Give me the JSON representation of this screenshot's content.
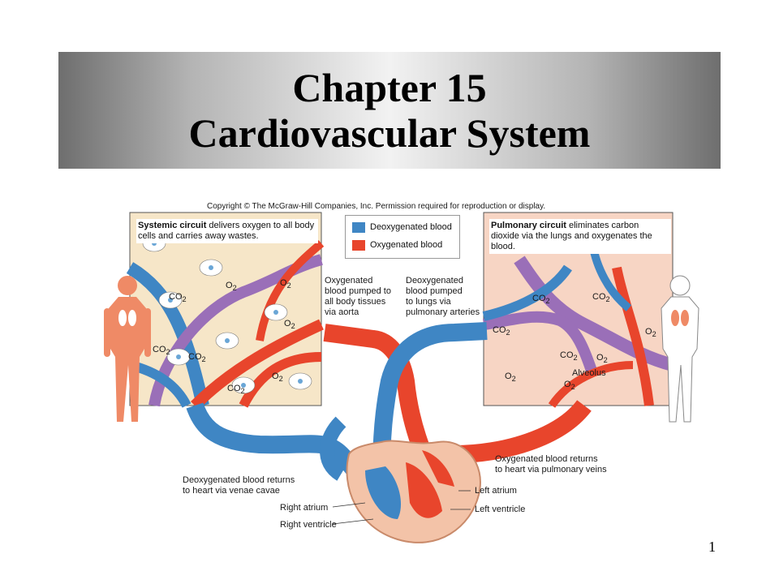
{
  "title": {
    "line1": "Chapter 15",
    "line2": "Cardiovascular System"
  },
  "copyright": "Copyright © The McGraw-Hill Companies, Inc. Permission required for reproduction or display.",
  "systemic_box": {
    "heading": "Systemic circuit",
    "text": " delivers oxygen to all body cells and carries away wastes."
  },
  "pulmonary_box": {
    "heading": "Pulmonary circuit",
    "text": " eliminates carbon dioxide via the lungs and oxygenates the blood."
  },
  "legend": [
    {
      "label": "Deoxygenated blood",
      "color": "#3f86c4"
    },
    {
      "label": "Oxygenated blood",
      "color": "#e8452c"
    }
  ],
  "labels": {
    "oxy_pumped": "Oxygenated\nblood pumped to\nall body tissues\nvia aorta",
    "deoxy_pumped": "Deoxygenated\nblood pumped\nto lungs via\npulmonary arteries",
    "deoxy_returns": "Deoxygenated blood returns\nto heart via venae cavae",
    "oxy_returns": "Oxygenated blood returns\nto heart via pulmonary veins",
    "left_atrium": "Left atrium",
    "left_ventricle": "Left ventricle",
    "right_atrium": "Right atrium",
    "right_ventricle": "Right ventricle",
    "alveolus": "Alveolus"
  },
  "gas_labels": {
    "o2": "O",
    "co2": "CO",
    "sub": "2"
  },
  "page_number": "1",
  "colors": {
    "deoxygenated": "#3f86c4",
    "oxygenated": "#e8452c",
    "mixed": "#9a6fb8",
    "tissue": "#f6e6c8",
    "skin": "#ef8a66"
  }
}
